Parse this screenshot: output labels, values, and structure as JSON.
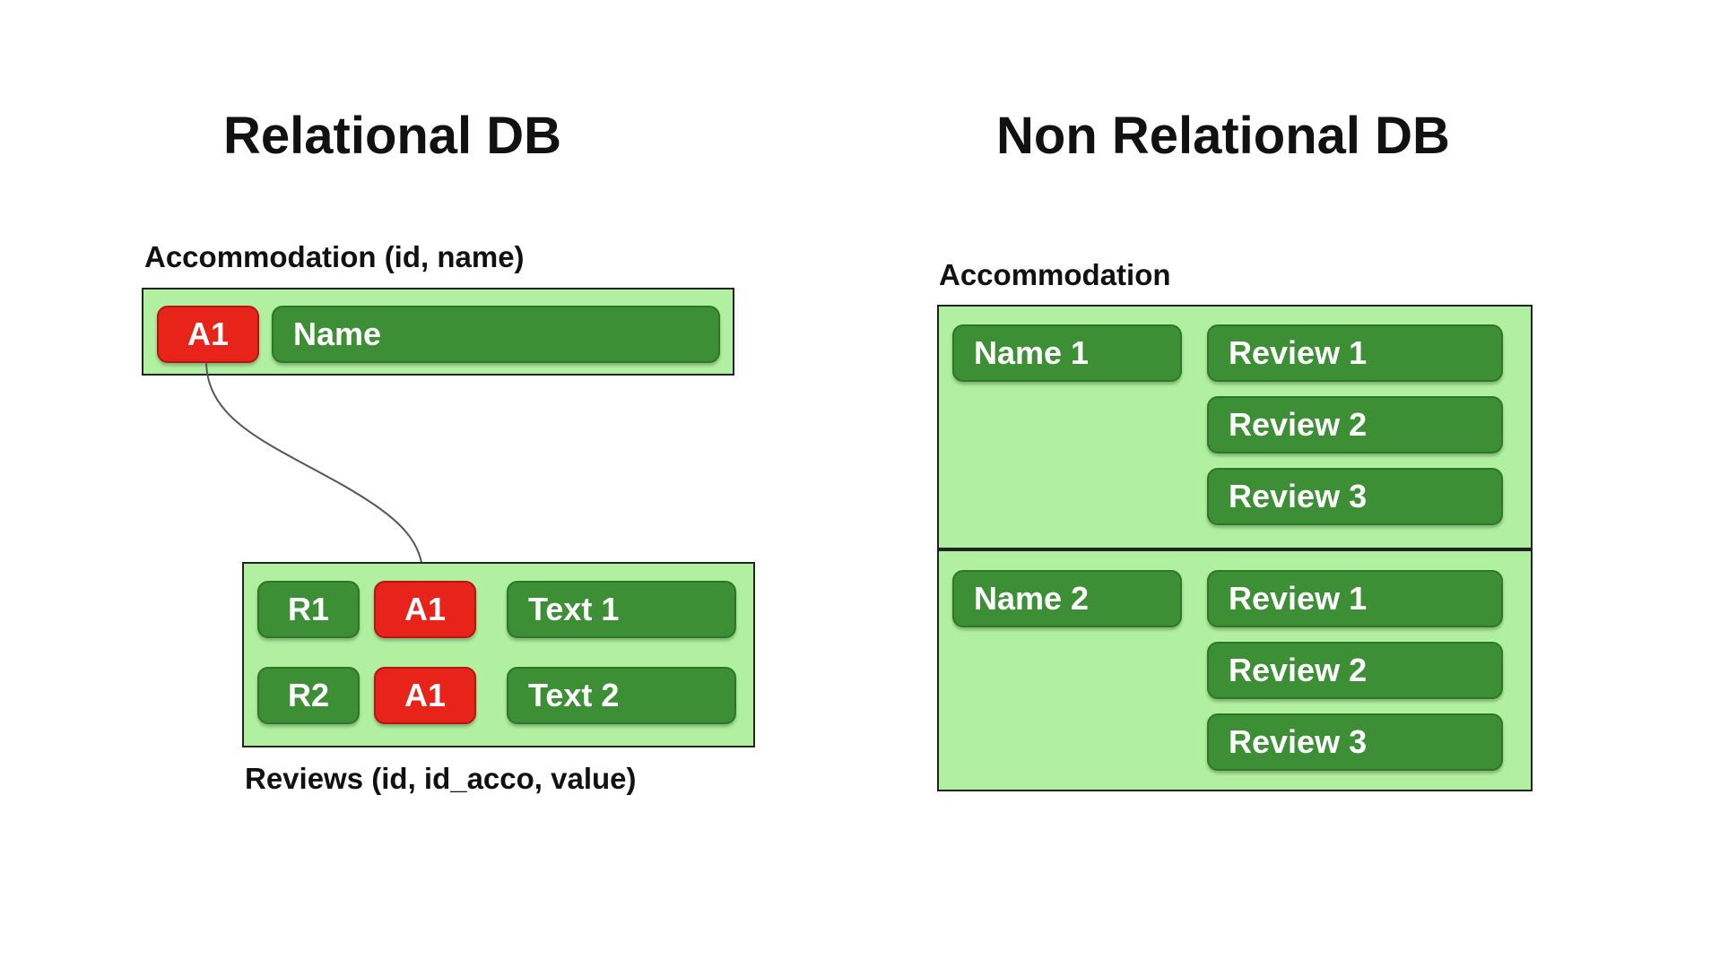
{
  "relational": {
    "title": "Relational DB",
    "accommodation_label": "Accommodation (id, name)",
    "accommodation_row": {
      "id": "A1",
      "name": "Name"
    },
    "reviews_label": "Reviews (id, id_acco, value)",
    "reviews": [
      {
        "id": "R1",
        "id_acco": "A1",
        "value": "Text 1"
      },
      {
        "id": "R2",
        "id_acco": "A1",
        "value": "Text 2"
      }
    ]
  },
  "non_relational": {
    "title": "Non Relational DB",
    "accommodation_label": "Accommodation",
    "documents": [
      {
        "name": "Name 1",
        "reviews": [
          "Review 1",
          "Review 2",
          "Review 3"
        ]
      },
      {
        "name": "Name 2",
        "reviews": [
          "Review 1",
          "Review 2",
          "Review 3"
        ]
      }
    ]
  },
  "colors": {
    "panel_fill": "#b0f0a0",
    "field_green": "#3c8f34",
    "key_red": "#e8231a"
  }
}
